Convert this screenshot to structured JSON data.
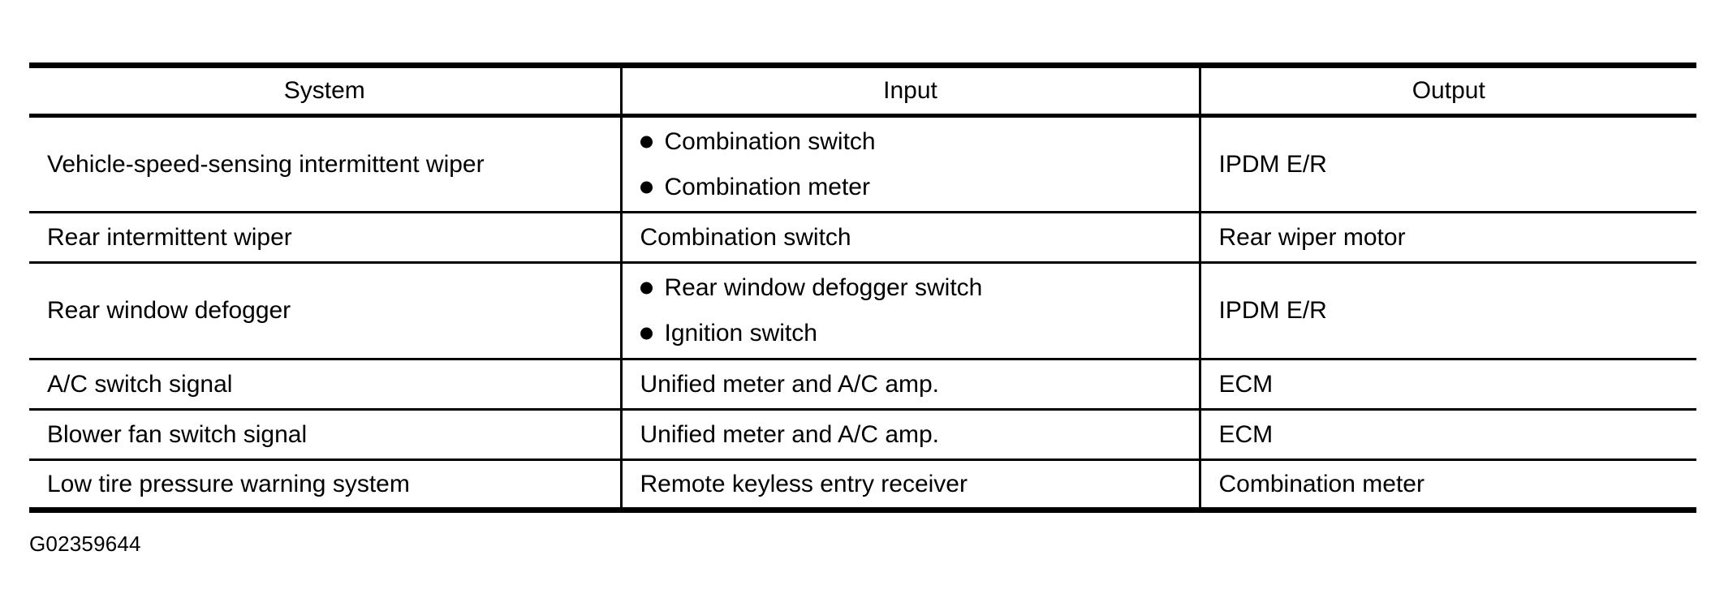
{
  "table": {
    "columns": [
      "System",
      "Input",
      "Output"
    ],
    "rows": [
      {
        "system": "Vehicle-speed-sensing intermittent wiper",
        "input_items": [
          "Combination switch",
          "Combination meter"
        ],
        "output": "IPDM E/R"
      },
      {
        "system": "Rear intermittent wiper",
        "input_items": [
          "Combination switch"
        ],
        "output": "Rear wiper motor"
      },
      {
        "system": "Rear window defogger",
        "input_items": [
          "Rear window defogger switch",
          "Ignition switch"
        ],
        "output": "IPDM E/R"
      },
      {
        "system": "A/C switch signal",
        "input_items": [
          "Unified meter and A/C amp."
        ],
        "output": "ECM"
      },
      {
        "system": "Blower fan switch signal",
        "input_items": [
          "Unified meter and A/C amp."
        ],
        "output": "ECM"
      },
      {
        "system": "Low tire pressure warning system",
        "input_items": [
          "Remote keyless entry receiver"
        ],
        "output": "Combination meter"
      }
    ]
  },
  "caption": {
    "figure_id": "G02359644"
  },
  "colors": {
    "rule": "#000000",
    "text": "#000000",
    "background": "#ffffff"
  }
}
